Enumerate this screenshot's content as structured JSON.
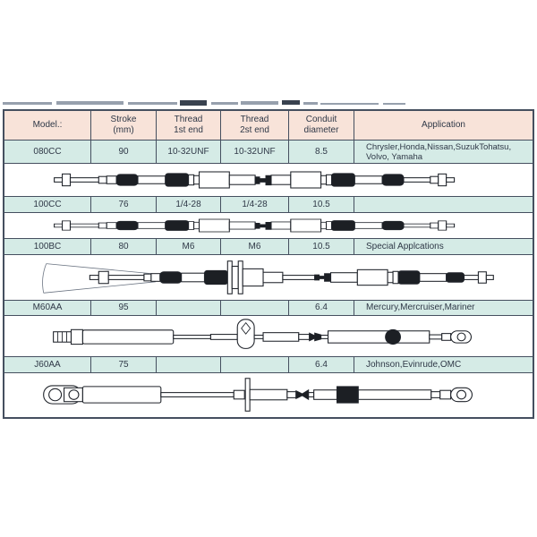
{
  "table": {
    "header": {
      "columns": [
        {
          "line1": "Model.:",
          "line2": ""
        },
        {
          "line1": "Stroke",
          "line2": "(mm)"
        },
        {
          "line1": "Thread",
          "line2": "1st end"
        },
        {
          "line1": "Thread",
          "line2": "2st end"
        },
        {
          "line1": "Conduit",
          "line2": "diameter"
        },
        {
          "line1": "Application",
          "line2": ""
        }
      ]
    },
    "rows": [
      {
        "model": "080CC",
        "stroke": "90",
        "thread_1st_end": "10-32UNF",
        "thread_2st_end": "10-32UNF",
        "conduit_diameter": "8.5",
        "application": "Chrysler,Honda,Nissan,SuzukTohatsu, Volvo, Yamaha"
      },
      {
        "model": "100CC",
        "stroke": "76",
        "thread_1st_end": "1/4-28",
        "thread_2st_end": "1/4-28",
        "conduit_diameter": "10.5",
        "application": ""
      },
      {
        "model": "100BC",
        "stroke": "80",
        "thread_1st_end": "M6",
        "thread_2st_end": "M6",
        "conduit_diameter": "10.5",
        "application": "Special Applcations"
      },
      {
        "model": "M60AA",
        "stroke": "95",
        "thread_1st_end": "",
        "thread_2st_end": "",
        "conduit_diameter": "6.4",
        "application": "Mercury,Mercruiser,Mariner"
      },
      {
        "model": "J60AA",
        "stroke": "75",
        "thread_1st_end": "",
        "thread_2st_end": "",
        "conduit_diameter": "6.4",
        "application": "Johnson,Evinrude,OMC"
      }
    ],
    "drawings": [
      {
        "for_model": "080CC",
        "kind": "control-cable-threaded-both-ends"
      },
      {
        "for_model": "100CC",
        "kind": "control-cable-threaded-both-ends"
      },
      {
        "for_model": "100BC",
        "kind": "control-cable-bulkhead-mount-with-swing-range"
      },
      {
        "for_model": "M60AA",
        "kind": "control-cable-paddle-hanger-eye-end"
      },
      {
        "for_model": "J60AA",
        "kind": "control-cable-double-eye-ends"
      }
    ],
    "colors": {
      "header_bg": "#f8e3d9",
      "row_bg": "#d5ebe6",
      "border": "#454f5f",
      "text": "#2f3847"
    }
  }
}
